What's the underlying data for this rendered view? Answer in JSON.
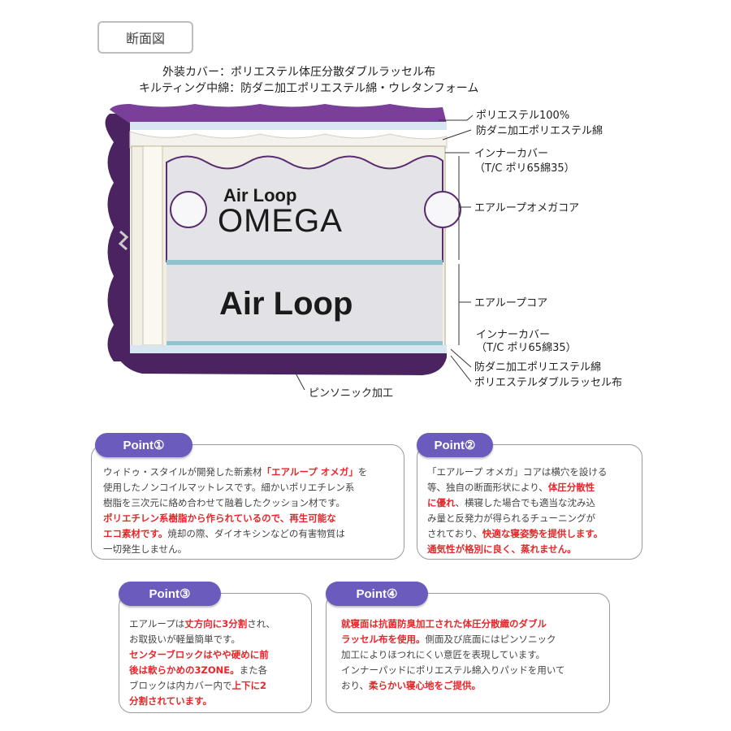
{
  "title": "断面図",
  "top_labels": [
    "外装カバー：ポリエステル体圧分散ダブルラッセル布",
    "キルティング中綿：防ダニ加工ポリエステル綿・ウレタンフォーム"
  ],
  "core_labels": {
    "omega_line1": "Air Loop",
    "omega_line2": "OMEGA",
    "air_loop": "Air Loop"
  },
  "callouts": [
    "ポリエステル100%",
    "防ダニ加工ポリエステル綿",
    "インナーカバー",
    "（T/C ポリ65綿35）",
    "エアループオメガコア",
    "エアループコア",
    "インナーカバー",
    "（T/C ポリ65綿35）",
    "防ダニ加工ポリエステル綿",
    "ポリエステルダブルラッセル布",
    "ピンソニック加工"
  ],
  "colors": {
    "accent": "#6a5bbd",
    "outer_cover": "#5a2d6e",
    "highlight_red": "#e6272a"
  },
  "points": [
    {
      "tag": "Point①",
      "lines": [
        [
          {
            "t": "ウィドゥ・スタイルが開発した新素材"
          },
          {
            "t": "「エアループ オメガ」",
            "red": true
          },
          {
            "t": "を"
          }
        ],
        [
          {
            "t": "使用したノンコイルマットレスです。細かいポリエチレン系"
          }
        ],
        [
          {
            "t": "樹脂を三次元に絡め合わせて融着したクッション材です。"
          }
        ],
        [
          {
            "t": "ポリエチレン系樹脂から作られているので、再生可能な",
            "red": true
          }
        ],
        [
          {
            "t": "エコ素材です。",
            "red": true
          },
          {
            "t": "焼却の際、ダイオキシンなどの有害物質は"
          }
        ],
        [
          {
            "t": "一切発生しません。"
          }
        ]
      ]
    },
    {
      "tag": "Point②",
      "lines": [
        [
          {
            "t": "「エアループ オメガ」コアは横穴を設ける"
          }
        ],
        [
          {
            "t": "等、独自の断面形状により、"
          },
          {
            "t": "体圧分散性",
            "red": true
          }
        ],
        [
          {
            "t": "に優れ",
            "red": true
          },
          {
            "t": "、横寝した場合でも適当な沈み込"
          }
        ],
        [
          {
            "t": "み量と反発力が得られるチューニングが"
          }
        ],
        [
          {
            "t": "されており、"
          },
          {
            "t": "快適な寝姿勢を提供します。",
            "red": true
          }
        ],
        [
          {
            "t": "通気性が格別に良く、蒸れません。",
            "red": true
          }
        ]
      ]
    },
    {
      "tag": "Point③",
      "lines": [
        [
          {
            "t": "エアループは"
          },
          {
            "t": "丈方向に3分割",
            "red": true
          },
          {
            "t": "され、"
          }
        ],
        [
          {
            "t": "お取扱いが軽量簡単です。"
          }
        ],
        [
          {
            "t": "センターブロックはやや硬めに前",
            "red": true
          }
        ],
        [
          {
            "t": "後は軟らかめの3ZONE。",
            "red": true
          },
          {
            "t": "また各"
          }
        ],
        [
          {
            "t": "ブロックは内カバー内で"
          },
          {
            "t": "上下に2",
            "red": true
          }
        ],
        [
          {
            "t": "分割されています。",
            "red": true
          }
        ]
      ]
    },
    {
      "tag": "Point④",
      "lines": [
        [
          {
            "t": "就寝面は抗菌防臭加工された体圧分散織のダブル",
            "red": true
          }
        ],
        [
          {
            "t": "ラッセル布を使用。",
            "red": true
          },
          {
            "t": "側面及び底面にはピンソニック"
          }
        ],
        [
          {
            "t": "加工によりほつれにくい意匠を表現しています。"
          }
        ],
        [
          {
            "t": "インナーパッドにポリエステル綿入りパッドを用いて"
          }
        ],
        [
          {
            "t": "おり、"
          },
          {
            "t": "柔らかい寝心地をご提供。",
            "red": true
          }
        ]
      ]
    }
  ]
}
